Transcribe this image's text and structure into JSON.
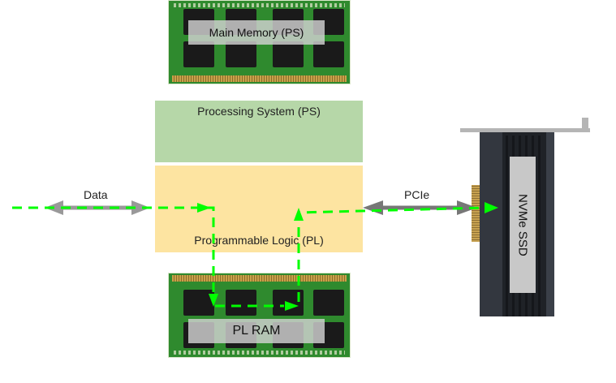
{
  "diagram": {
    "blocks": {
      "main_memory": {
        "label": "Main Memory (PS)"
      },
      "processing_system": {
        "label": "Processing System (PS)",
        "color": "#b6d7a8"
      },
      "programmable_logic": {
        "label": "Programmable Logic (PL)",
        "color": "#fde4a1"
      },
      "pl_ram": {
        "label": "PL RAM"
      },
      "nvme_ssd": {
        "label": "NVMe SSD"
      }
    },
    "edges": {
      "data": {
        "label": "Data"
      },
      "pcie": {
        "label": "PCIe"
      }
    },
    "colors": {
      "flow_arrow": "#00ff00",
      "bus_arrow": "#999999",
      "pcb_green": "#2f8a2e"
    }
  }
}
